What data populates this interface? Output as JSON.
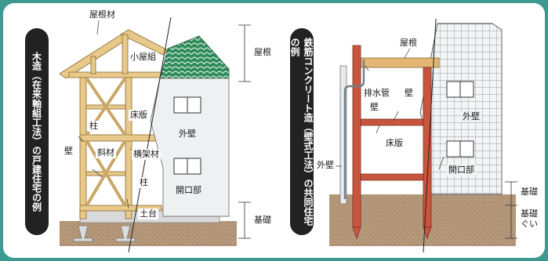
{
  "left_panel": {
    "title": "木造（在来軸組工法）の戸建住宅の例",
    "labels": {
      "roof_material": "屋根材",
      "attic_frame": "小屋組",
      "roof": "屋根",
      "column_upper": "柱",
      "floor_plate": "床版",
      "exterior_wall": "外壁",
      "wall": "壁",
      "brace": "斜材",
      "horizontal_frame": "横架材",
      "column_lower": "柱",
      "opening": "開口部",
      "foundation_sill": "土台",
      "foundation": "基礎"
    }
  },
  "right_panel": {
    "title": "鉄筋コンクリート造（壁式工法）の共同住宅の例",
    "labels": {
      "roof": "屋根",
      "drain_pipe": "排水管",
      "wall_right": "壁",
      "wall_left": "壁",
      "exterior_wall_right": "外壁",
      "floor_plate": "床版",
      "exterior_wall_left": "外壁",
      "opening": "開口部",
      "foundation": "基礎",
      "foundation_pile": "基礎\nぐい"
    }
  },
  "colors": {
    "background": "#3d9a90",
    "roof_tile": "#2e8b5a",
    "timber": "#e8c98a",
    "rc_frame": "#c8553d",
    "ground": "#b5987a",
    "wall_surface": "#eef1f2"
  }
}
